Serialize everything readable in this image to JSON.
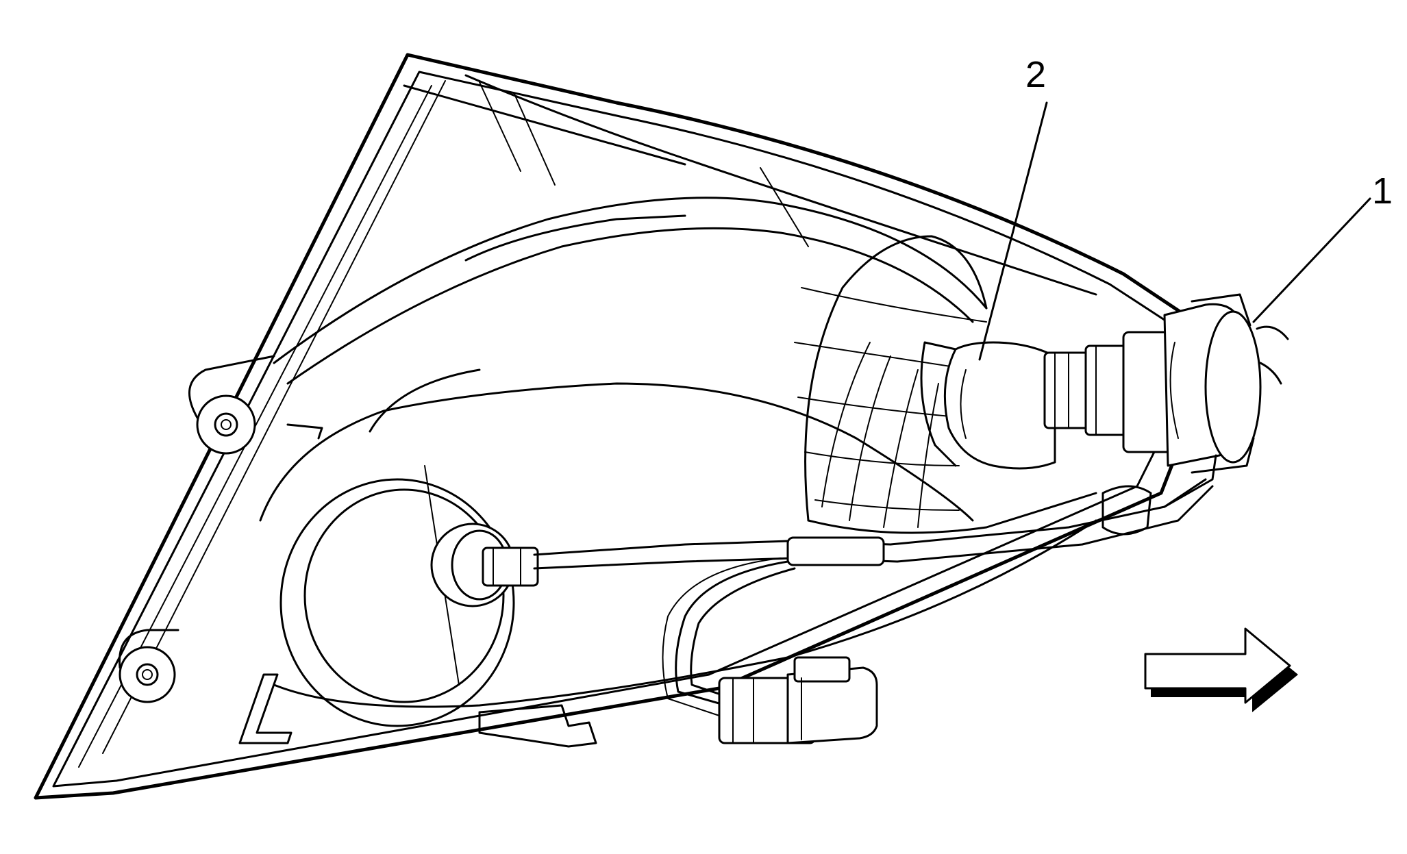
{
  "figure": {
    "callouts": [
      {
        "id": "1",
        "label": "1",
        "target": "bulb-socket-connector"
      },
      {
        "id": "2",
        "label": "2",
        "target": "bulb"
      }
    ],
    "housing_marking": "L",
    "arrow_direction": "right",
    "colors": {
      "line": "#000000",
      "background": "#ffffff"
    }
  }
}
